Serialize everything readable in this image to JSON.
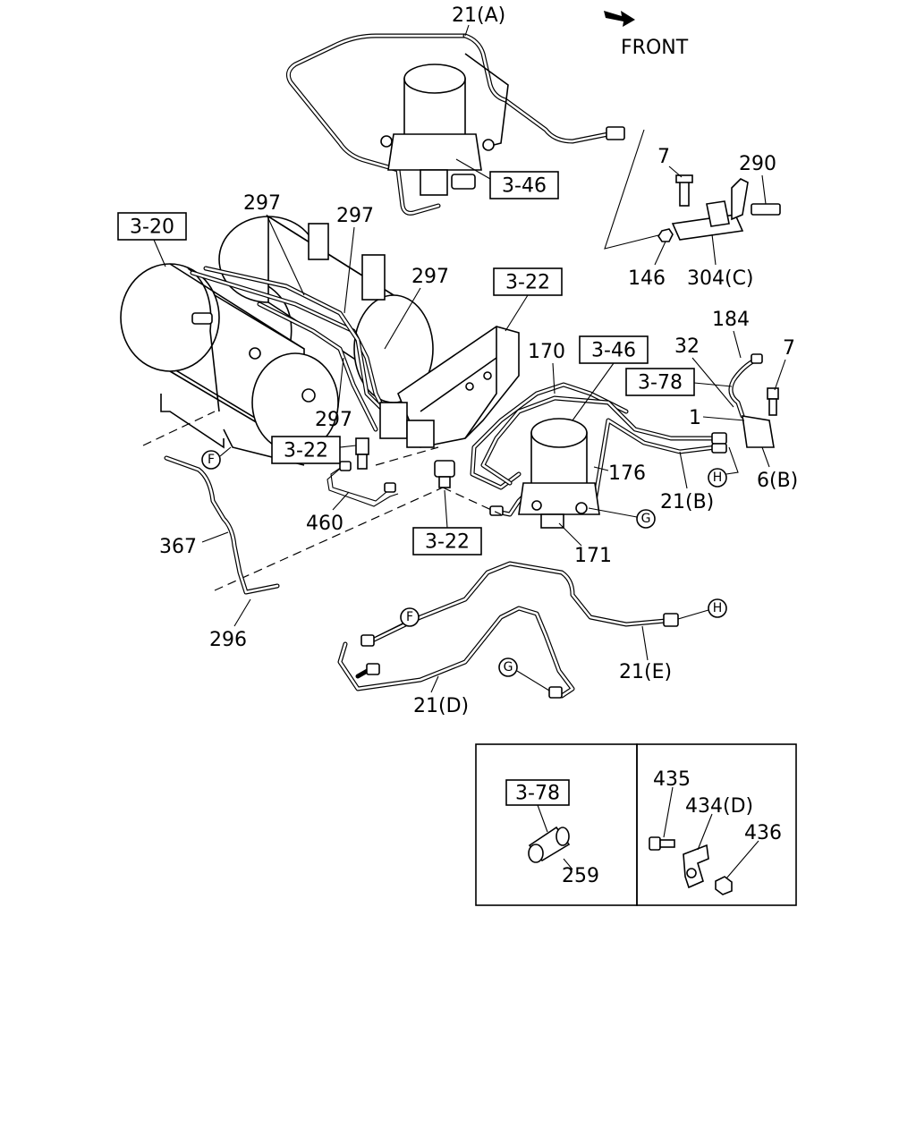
{
  "front_label": "FRONT",
  "callouts": {
    "c21A": "21(A)",
    "c7a": "7",
    "c290": "290",
    "c146": "146",
    "c304C": "304(C)",
    "c297a": "297",
    "c297b": "297",
    "c297c": "297",
    "c297d": "297",
    "c170": "170",
    "c184": "184",
    "c32": "32",
    "c7b": "7",
    "c1": "1",
    "c176": "176",
    "c6B": "6(B)",
    "c21B": "21(B)",
    "c171": "171",
    "c460": "460",
    "c367": "367",
    "c296": "296",
    "c21E": "21(E)",
    "c21D": "21(D)",
    "c435": "435",
    "c434D": "434(D)",
    "c436": "436",
    "c259": "259"
  },
  "boxed_refs": {
    "r346a": "3-46",
    "r320": "3-20",
    "r322a": "3-22",
    "r346b": "3-46",
    "r378a": "3-78",
    "r322b": "3-22",
    "r322c": "3-22",
    "r378b": "3-78"
  },
  "connectors": {
    "F1": "F",
    "H1": "H",
    "G1": "G",
    "F2": "F",
    "H2": "H",
    "G2": "G"
  }
}
